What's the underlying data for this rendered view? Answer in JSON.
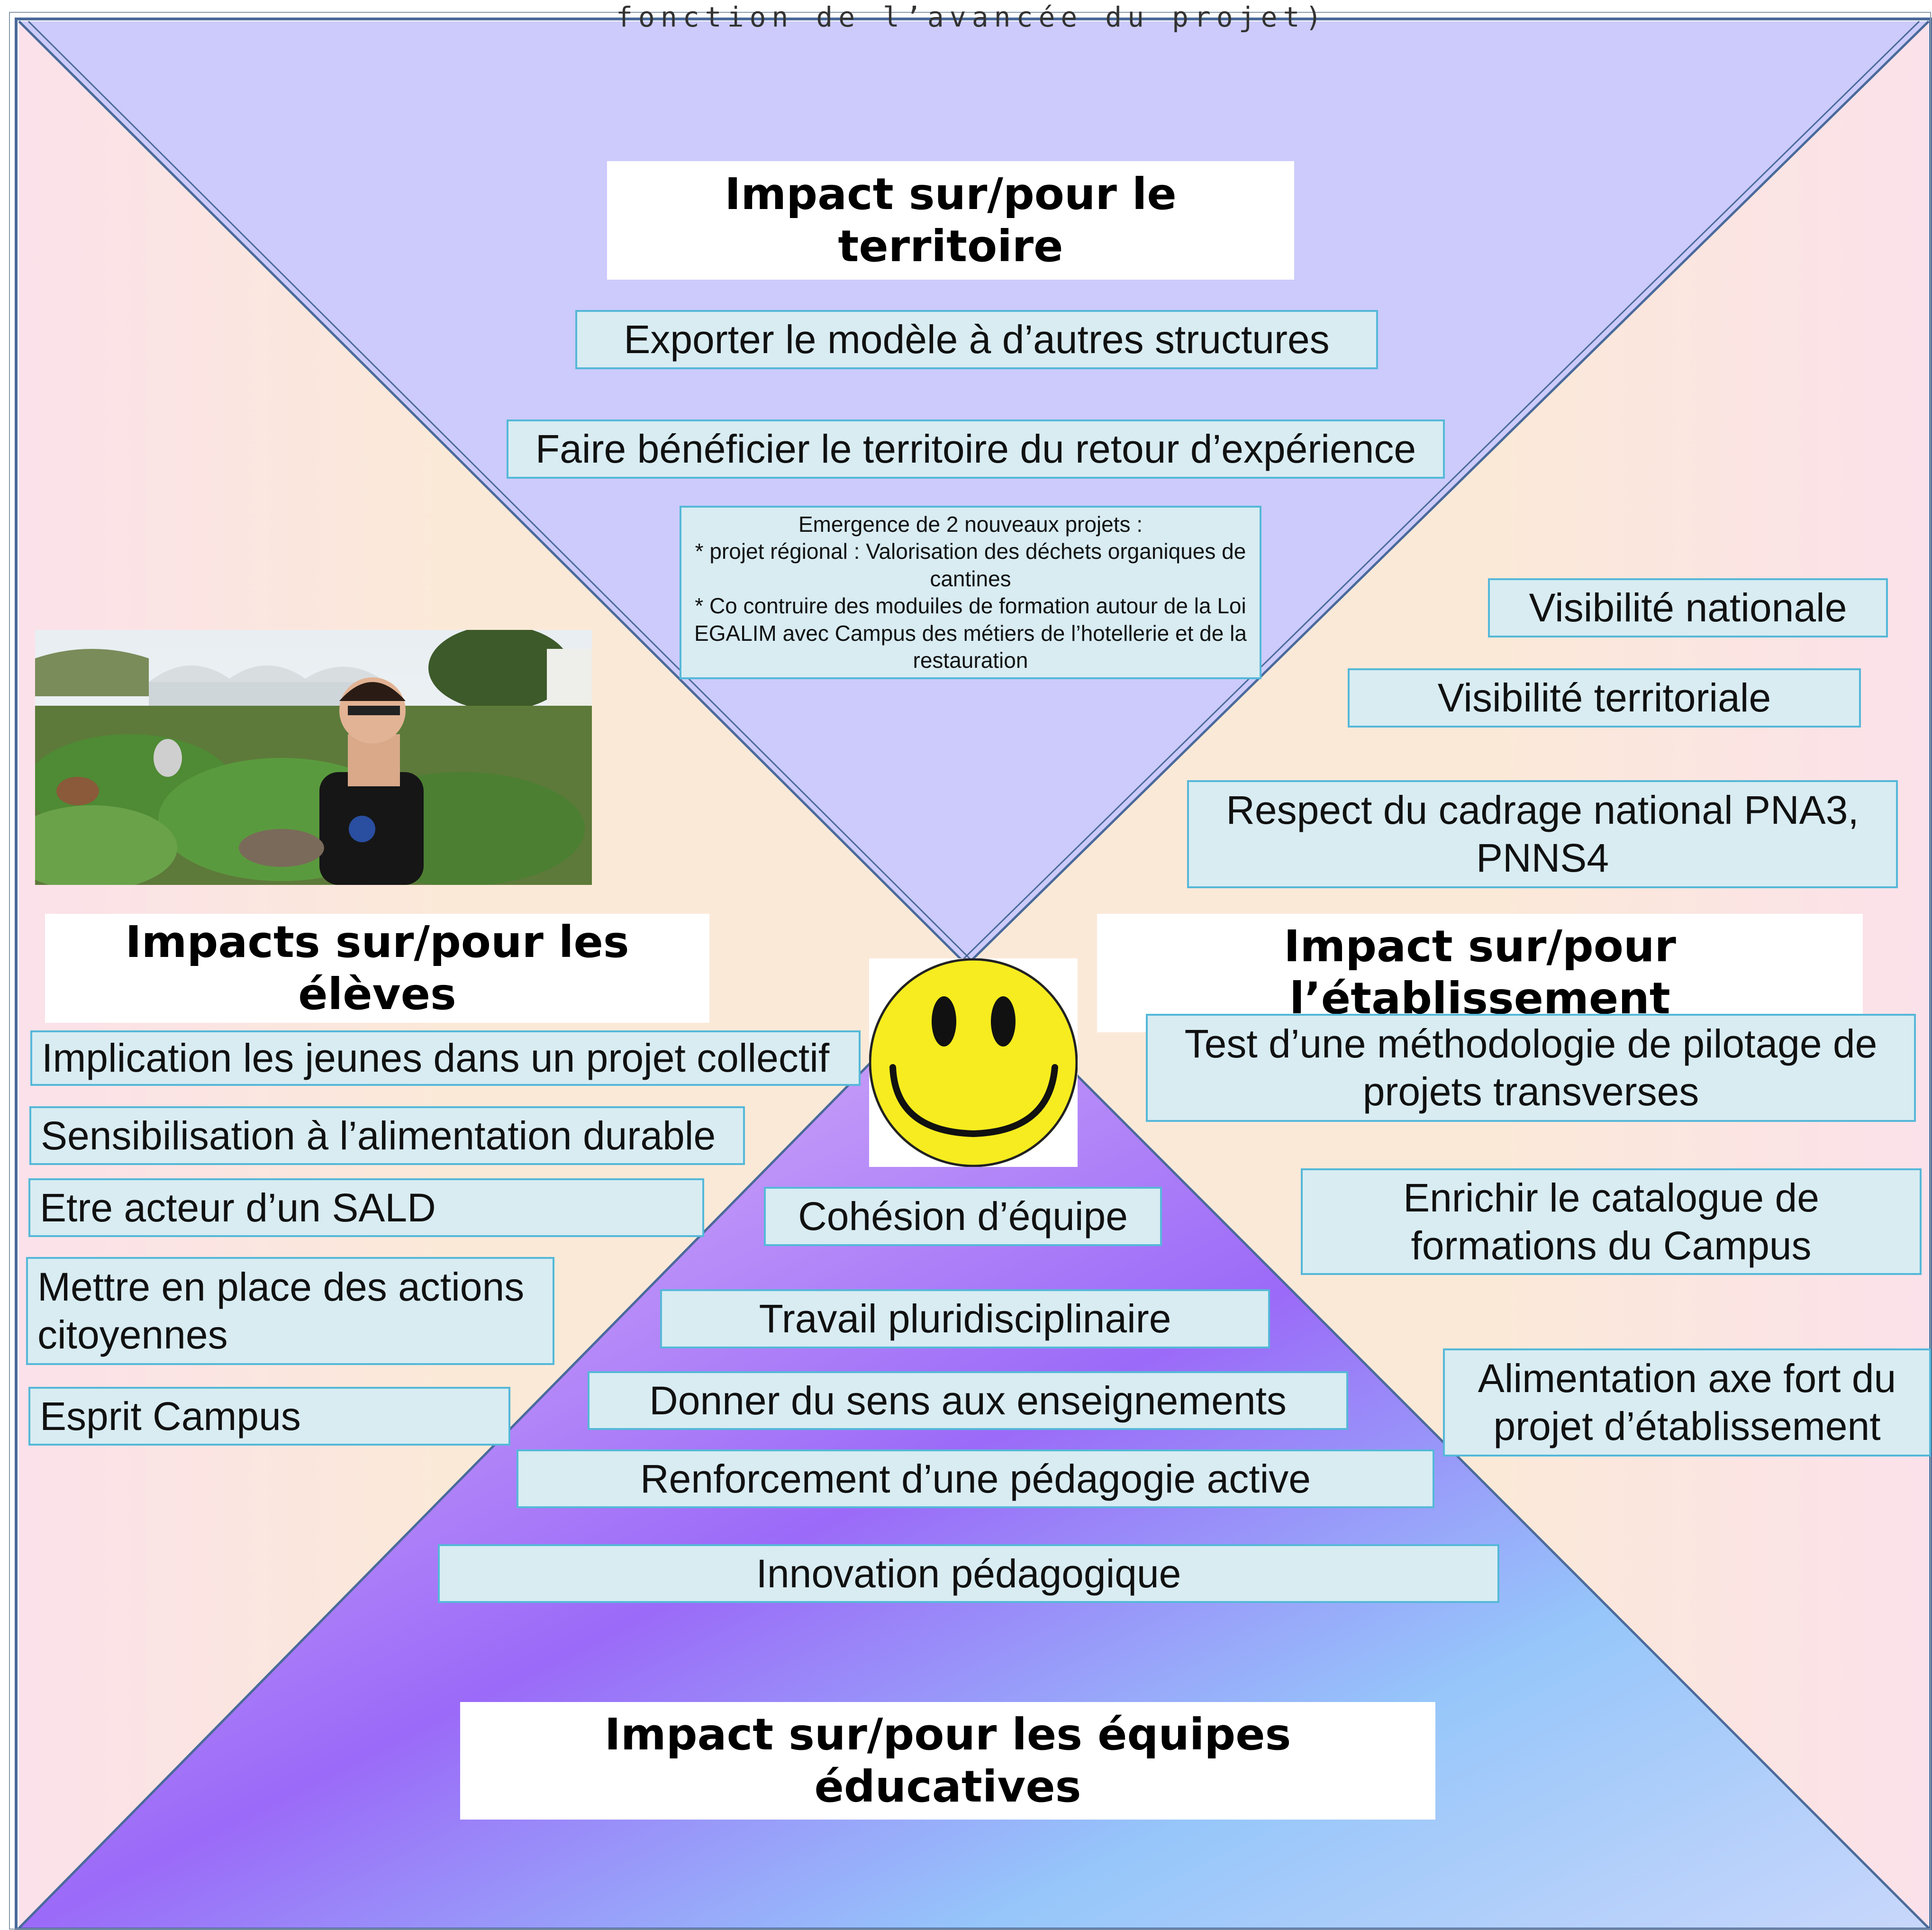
{
  "caption": "fonction de l’avancée du projet)",
  "sections": {
    "territoire": {
      "title": "Impact sur/pour le territoire",
      "items": [
        "Exporter le modèle à d’autres structures",
        "Faire bénéficier le territoire du retour d’expérience"
      ],
      "note": "Emergence de 2 nouveaux projets :\n* projet régional : Valorisation des déchets organiques de cantines\n* Co contruire des moduiles de formation autour de la Loi EGALIM avec Campus des métiers de l’hotellerie et de la restauration"
    },
    "eleves": {
      "title": "Impacts sur/pour les élèves",
      "items": [
        "Implication les jeunes dans un projet collectif",
        "Sensibilisation à l’alimentation durable",
        "Etre acteur d’un SALD",
        "Mettre en place des actions citoyennes",
        "Esprit Campus"
      ]
    },
    "etablissement": {
      "title": "Impact sur/pour l’établissement",
      "items": [
        "Visibilité nationale",
        "Visibilité territoriale",
        "Respect du cadrage national PNA3, PNNS4",
        "Test d’une méthodologie de pilotage de projets transverses",
        "Enrichir le catalogue de formations du Campus",
        "Alimentation axe fort du projet d’établissement"
      ]
    },
    "equipes": {
      "title": "Impact sur/pour les équipes éducatives",
      "items": [
        "Cohésion d’équipe",
        "Travail pluridisciplinaire",
        "Donner du sens aux enseignements",
        "Renforcement d’une pédagogie active",
        "Innovation pédagogique"
      ]
    }
  },
  "colors": {
    "top": "#cccbfb",
    "left": "#fbe7d6",
    "right": "#fbe7d6",
    "bottom": "#a57cf8",
    "box_fill": "#d8ecf2",
    "box_border": "#55b8d8",
    "smiley": "#f6ec1f"
  },
  "icons": {
    "center": "smiley-face-icon",
    "photo": "students-in-garden-photo"
  }
}
